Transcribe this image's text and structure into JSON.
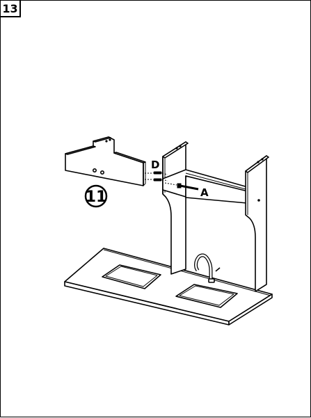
{
  "step": {
    "number": "13"
  },
  "labels": {
    "fastener_d": "D",
    "fastener_a": "A",
    "part_number": "11"
  }
}
